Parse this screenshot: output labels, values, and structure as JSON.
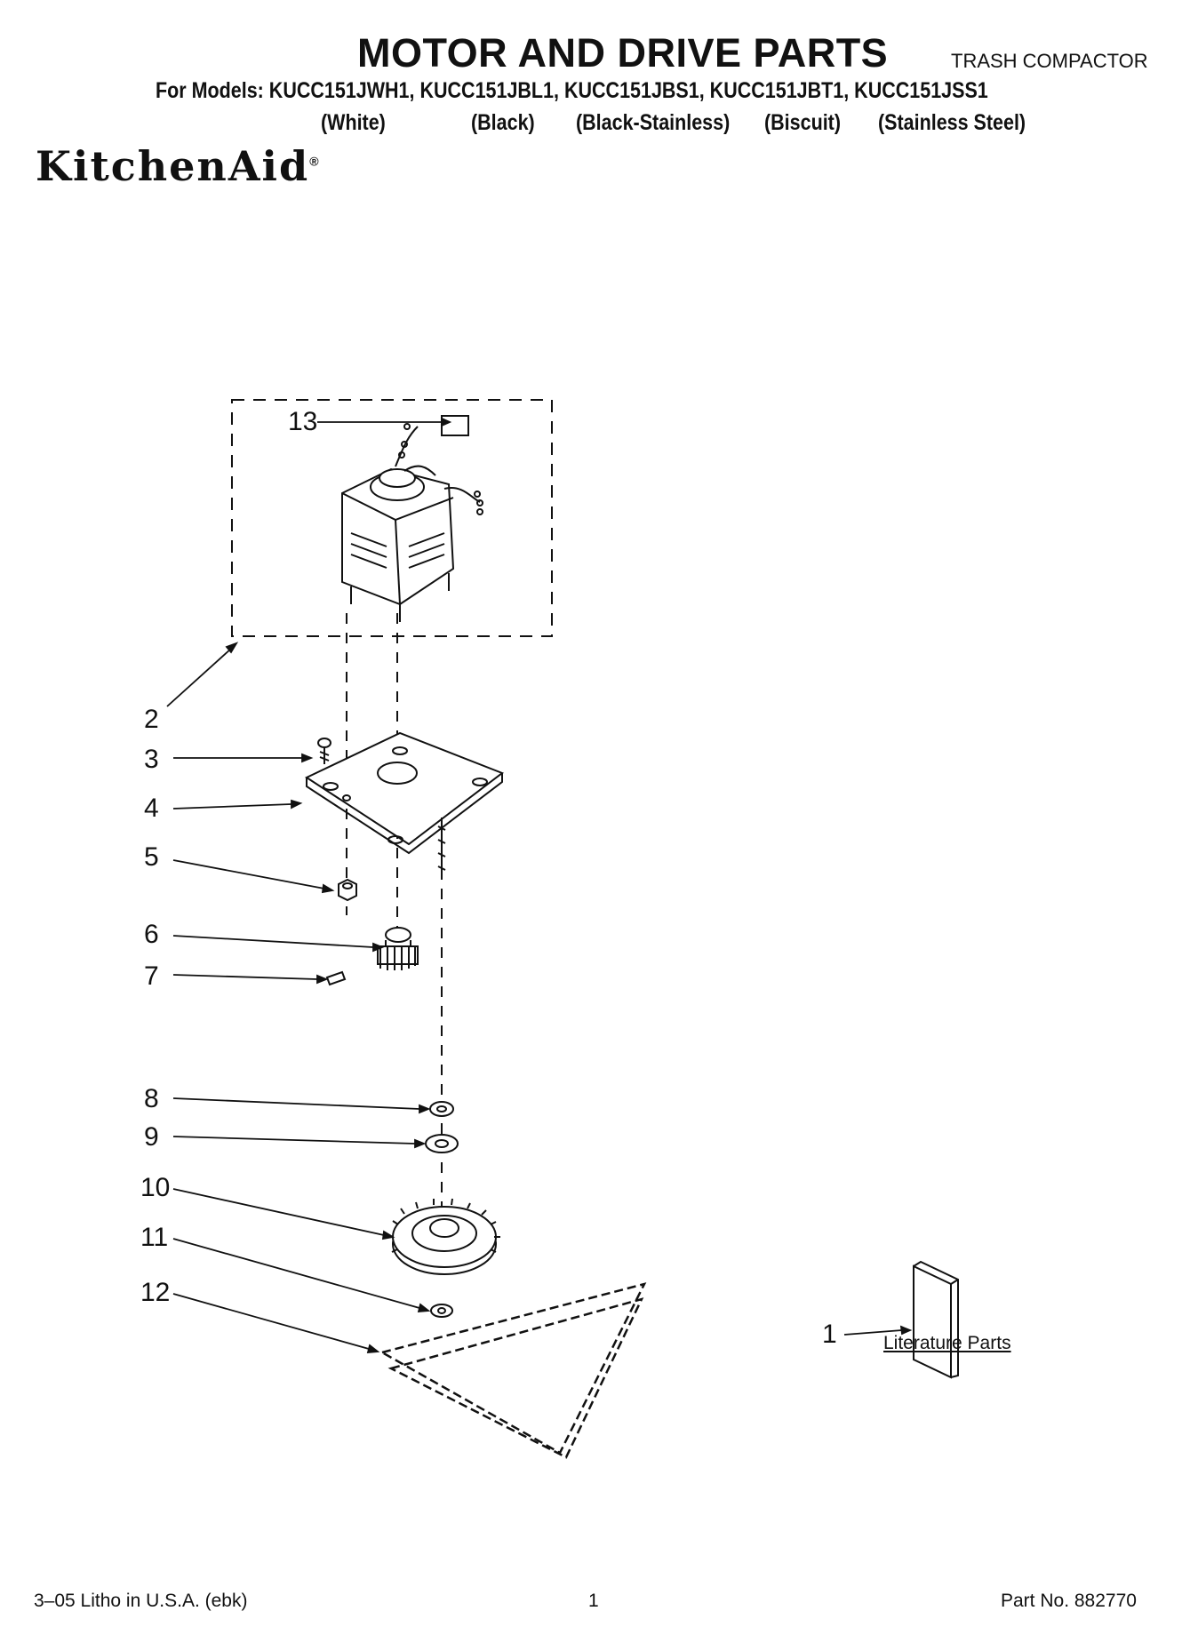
{
  "header": {
    "title": "MOTOR AND DRIVE PARTS",
    "product_type": "TRASH COMPACTOR",
    "models_line": "For Models: KUCC151JWH1, KUCC151JBL1, KUCC151JBS1, KUCC151JBT1, KUCC151JSS1",
    "colors": [
      "(White)",
      "(Black)",
      "(Black-Stainless)",
      "(Biscuit)",
      "(Stainless Steel)"
    ]
  },
  "brand": {
    "name": "KitchenAid",
    "mark": "®"
  },
  "callouts": [
    "1",
    "2",
    "3",
    "4",
    "5",
    "6",
    "7",
    "8",
    "9",
    "10",
    "11",
    "12",
    "13"
  ],
  "literature_label": "Literature Parts",
  "footer": {
    "litho": "3–05 Litho in U.S.A. (ebk)",
    "page": "1",
    "part_no": "Part No. 882770"
  }
}
